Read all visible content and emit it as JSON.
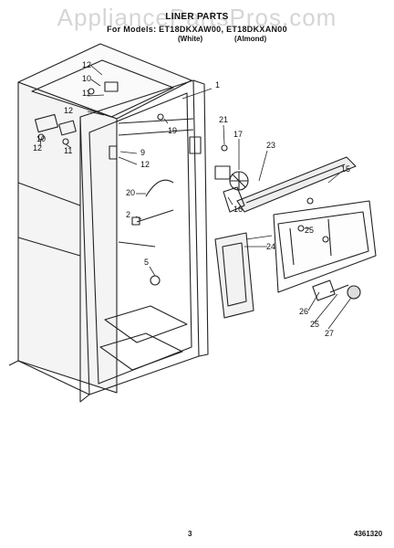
{
  "header": {
    "title": "LINER PARTS",
    "models_line": "For Models: ET18DKXAW00, ET18DKXAN00",
    "color_white": "(White)",
    "color_almond": "(Almond)"
  },
  "watermark": "AppliancePartsPros.com",
  "callouts": [
    "1",
    "2",
    "5",
    "9",
    "10",
    "11",
    "12",
    "12",
    "12",
    "12",
    "15",
    "16",
    "17",
    "19",
    "20",
    "21",
    "23",
    "24",
    "25",
    "25",
    "26",
    "27",
    "10",
    "11"
  ],
  "footer": {
    "page_number": "3",
    "doc_number": "4361320"
  }
}
